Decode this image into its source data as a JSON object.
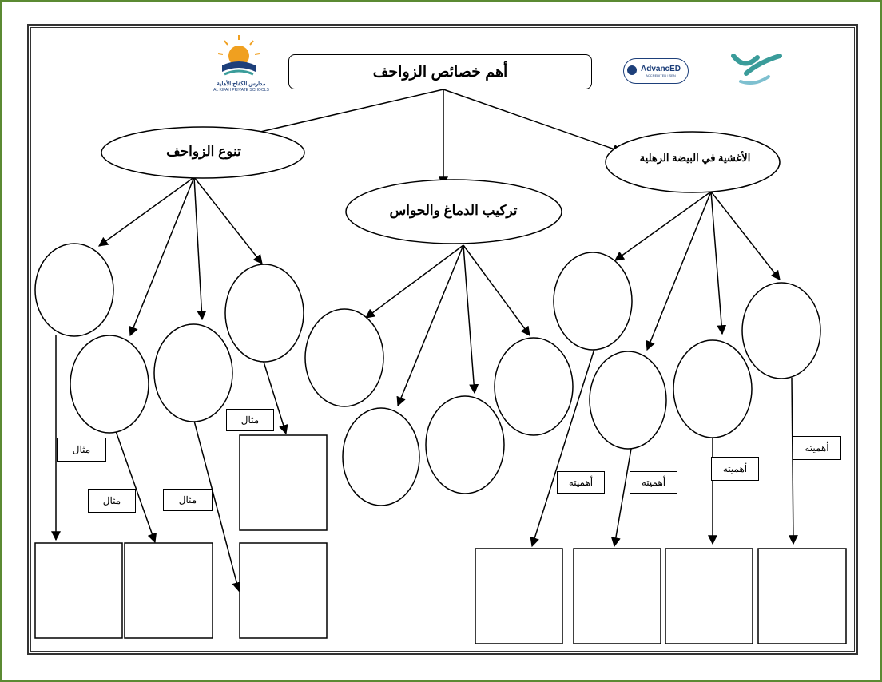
{
  "title": "أهم خصائص الزواحف",
  "branches": {
    "types": "تنوع الزواحف",
    "brain": "تركيب الدماغ والحواس",
    "membranes": "الأغشية في البيضة الرهلية"
  },
  "labels": {
    "example": "مثال",
    "importance": "أهميته"
  },
  "logos": {
    "school_ar": "مدارس الكفاح الأهلية",
    "school_en": "AL KIFAH PRIVATE SCHOOLS",
    "advanced": "AdvancED",
    "advanced_sub": "ACCREDITED | SEN"
  },
  "colors": {
    "frame": "#5b8a33",
    "line": "#000000",
    "logo_teal": "#3a9c9a",
    "logo_orange": "#f0a020",
    "logo_blue": "#1d3f7a"
  }
}
